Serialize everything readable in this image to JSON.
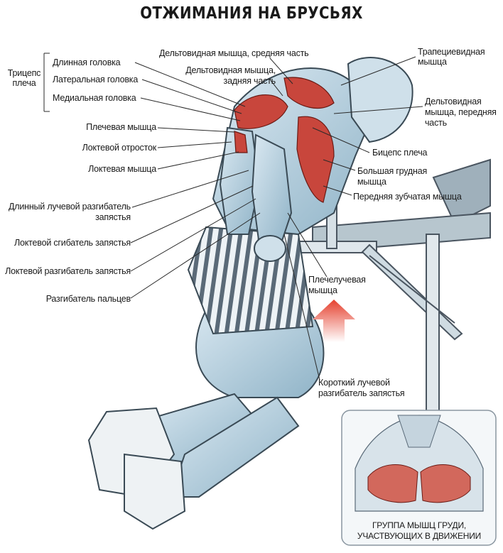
{
  "title": "ОТЖИМАНИЯ НА БРУСЬЯХ",
  "triceps_group": "Трицепс плеча",
  "labels": {
    "long_head": "Длинная головка",
    "lateral_head": "Латеральная головка",
    "medial_head": "Медиальная головка",
    "brachialis": "Плечевая мышца",
    "olecranon": "Локтевой отросток",
    "anconeus": "Локтевая мышца",
    "ext_carpi_radialis_longus": "Длинный лучевой разгибатель запястья",
    "flexor_carpi_ulnaris": "Локтевой сгибатель запястья",
    "ext_carpi_ulnaris": "Локтевой разгибатель запястья",
    "ext_digitorum": "Разгибатель пальцев",
    "deltoid_middle": "Дельтовидная мышца, средняя часть",
    "deltoid_rear": "Дельтовидная мышца, задняя часть",
    "trapezius": "Трапециевидная мышца",
    "deltoid_front": "Дельтовидная мышца, передняя часть",
    "biceps": "Бицепс плеча",
    "pec_major": "Большая грудная мышца",
    "serratus": "Передняя зубчатая мышца",
    "brachioradialis": "Плечелучевая мышца",
    "ext_carpi_radialis_brevis": "Короткий лучевой разгибатель запястья"
  },
  "inset_caption": "ГРУППА МЫШЦ ГРУДИ, УЧАСТВУЮЩИХ В ДВИЖЕНИИ",
  "colors": {
    "muscle_active": "#c8463c",
    "arrow": "#e8503a",
    "body": "#a9c9db",
    "outline": "#3a4a55"
  }
}
